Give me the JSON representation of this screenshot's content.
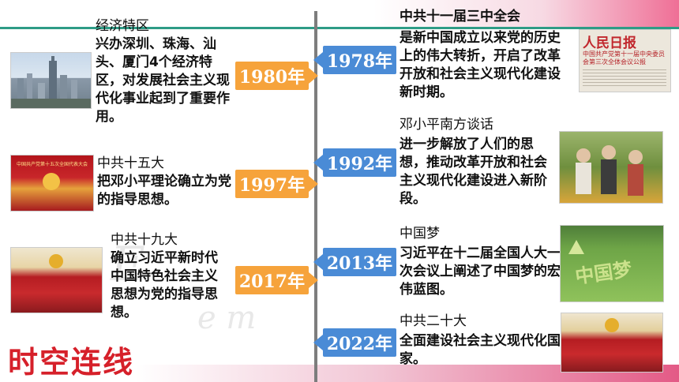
{
  "heading": "时空连线",
  "left_events": [
    {
      "year": "1980年",
      "title": "经济特区",
      "desc": "兴办深圳、珠海、汕头、厦门4个经济特区，对发展社会主义现代化事业起到了重要作用。"
    },
    {
      "year": "1997年",
      "title": "中共十五大",
      "desc": "把邓小平理论确立为党的指导思想。"
    },
    {
      "year": "2017年",
      "title": "中共十九大",
      "desc": "确立习近平新时代中国特色社会主义思想为党的指导思想。"
    }
  ],
  "right_events": [
    {
      "year": "1978年",
      "title": "中共十一届三中全会",
      "desc": "是新中国成立以来党的历史上的伟大转折，开启了改革开放和社会主义现代化建设新时期。"
    },
    {
      "year": "1992年",
      "title": "邓小平南方谈话",
      "desc": "进一步解放了人们的思想，推动改革开放和社会主义现代化建设进入新阶段。"
    },
    {
      "year": "2013年",
      "title": "中国梦",
      "desc": "习近平在十二届全国人大一次会议上阐述了中国梦的宏伟蓝图。"
    },
    {
      "year": "2022年",
      "title": "中共二十大",
      "desc": "全面建设社会主义现代化国家。"
    }
  ],
  "images": {
    "newspaper_masthead": "人民日报",
    "newspaper_headline": "中国共产党第十一届中央委员会第三次全体会议公报",
    "congress15_banner": "中国共产党第十五次全国代表大会",
    "field_text": "中国梦"
  }
}
